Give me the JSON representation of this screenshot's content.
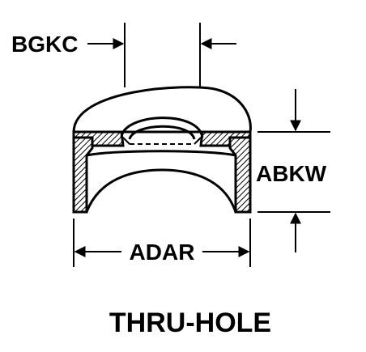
{
  "labels": {
    "top_left_dimension": "BGKC",
    "right_dimension": "ABKW",
    "bottom_dimension": "ADAR",
    "caption": "THRU-HOLE"
  },
  "colors": {
    "ink": "#000000",
    "paper": "#ffffff"
  }
}
